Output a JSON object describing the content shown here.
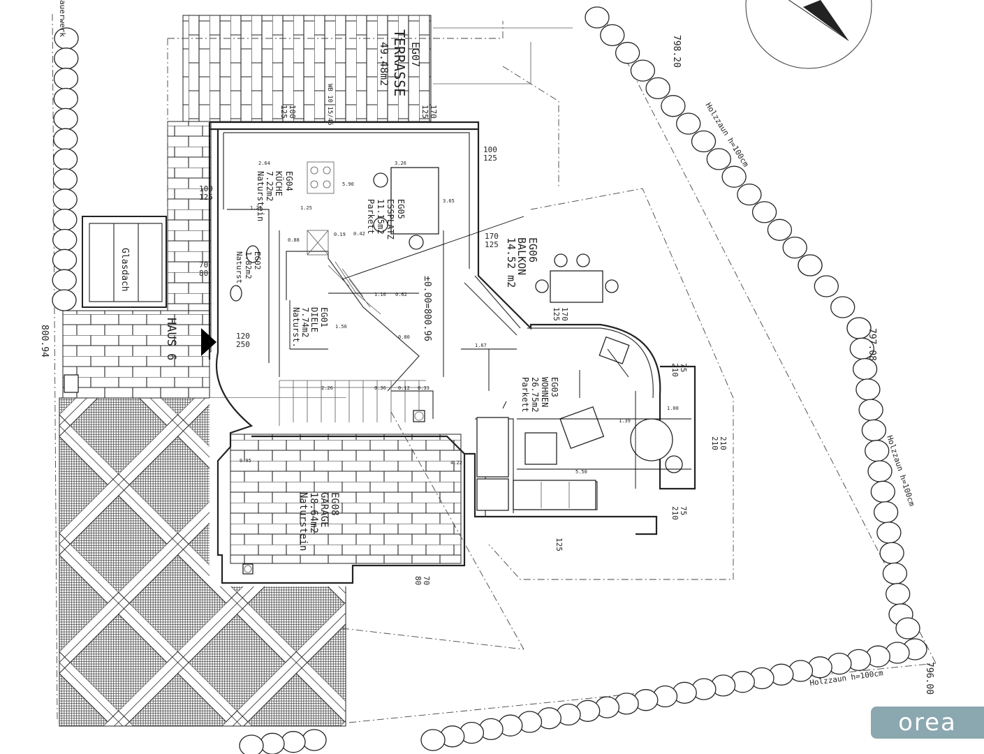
{
  "rooms": {
    "terrasse": {
      "code": "EG07",
      "name": "TERRASSE",
      "area": "49.48m2"
    },
    "kueche": {
      "code": "EG04",
      "name": "KÜCHE",
      "area": "7.22m2",
      "floor": "Naturstein"
    },
    "essplatz": {
      "code": "EG05",
      "name": "ESSPLATZ",
      "area": "11.15m2",
      "floor": "Parkett"
    },
    "wc": {
      "code": "EG02",
      "area": "1.82m2",
      "floor": "Naturst."
    },
    "diele": {
      "code": "EG01",
      "name": "DIELE",
      "area": "7.74m2",
      "floor": "Naturst."
    },
    "balkon": {
      "code": "EG06",
      "name": "BALKON",
      "area": "14.52 m2"
    },
    "wohnen": {
      "code": "EG03",
      "name": "WOHNEN",
      "area": "26.75m2",
      "floor": "Parkett"
    },
    "garage": {
      "code": "EG08",
      "name": "GARAGE",
      "area": "18.64m2",
      "floor": "Naturstein"
    }
  },
  "labels": {
    "glasdach": "Glasdach",
    "haus": "HAUS 6",
    "elevation": "±0.00=800.96",
    "mauerwerk": "auerwerk",
    "fence_top": "Holzzaun h=100cm",
    "fence_right": "Holzzaun h=100cm",
    "fence_bottom": "Holzzaun h=100cm",
    "level_798": "798.20",
    "level_797": "797.08",
    "level_796": "796.00",
    "level_800": "800.94",
    "wb": "WB 10 15/45"
  },
  "dimensions": {
    "d100_125_a": [
      "100",
      "125"
    ],
    "d170_125_a": [
      "170",
      "125"
    ],
    "d100_125_b": [
      "100",
      "125"
    ],
    "d100_125_c": [
      "100",
      "125"
    ],
    "d170_125_b": [
      "170",
      "125"
    ],
    "d70_80": [
      "70",
      "80"
    ],
    "d120_250": [
      "120",
      "250"
    ],
    "d170_125_c": [
      "170",
      "125"
    ],
    "d75_210_a": [
      "75",
      "210"
    ],
    "d210_210": [
      "210",
      "210"
    ],
    "d75_210_b": [
      "75",
      "210"
    ],
    "d125": "125",
    "d70_80b": [
      "70",
      "80"
    ]
  },
  "small_dims": [
    "2.64",
    "3.26",
    "5.90",
    "1.27",
    "1.25",
    "3.65",
    "0.88",
    "0.19",
    "1.10",
    "0.62",
    "1.67",
    "1.56",
    "2.26",
    "0.36",
    "0.12",
    "0.39",
    "1.39",
    "5.50",
    "1.00",
    "0.95",
    "4.22",
    "0.42",
    "0.80"
  ],
  "logo": "orea",
  "colors": {
    "line": "#222222",
    "logo_bg": "#8ba7b0"
  }
}
